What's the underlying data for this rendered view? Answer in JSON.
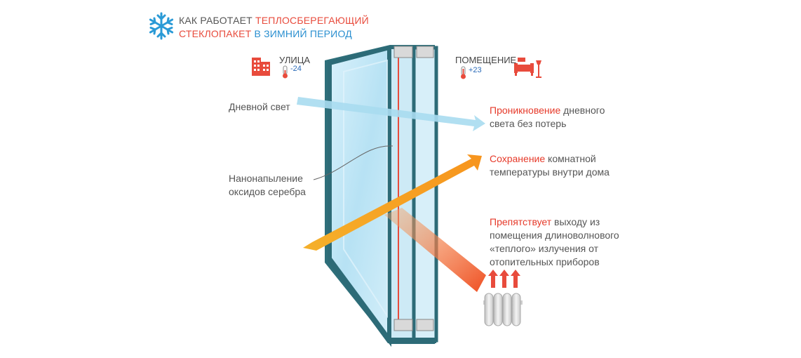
{
  "title": {
    "line1_a": "КАК РАБОТАЕТ",
    "line1_b": "ТЕПЛОСБЕРЕГАЮЩИЙ",
    "line2_a": "СТЕКЛОПАКЕТ",
    "line2_b": "В ЗИМНИЙ ПЕРИОД"
  },
  "outside": {
    "label": "УЛИЦА",
    "temperature": "-24"
  },
  "inside": {
    "label": "ПОМЕЩЕНИЕ",
    "temperature": "+23"
  },
  "left_labels": {
    "daylight": "Дневной свет",
    "coating_line1": "Нанонапыление",
    "coating_line2": "оксидов серебра"
  },
  "right_notes": [
    {
      "highlight": "Проникновение",
      "rest_line1": " дневного",
      "line2": "света без потерь"
    },
    {
      "highlight": "Сохранение",
      "rest_line1": " комнатной",
      "line2": "температуры внутри дома"
    },
    {
      "highlight": "Препятствует",
      "rest_line1": " выходу из",
      "line2": "помещения длиноволнового",
      "line3": "«теплого» излучения от",
      "line4": "отопительных приборов"
    }
  ],
  "icons": {
    "snowflake": "snowflake-icon",
    "building": "building-icon",
    "thermometer": "thermometer-icon",
    "sofa": "sofa-icon",
    "lamp": "lamp-icon",
    "radiator": "radiator-icon"
  },
  "colors": {
    "accent_red": "#e63a2a",
    "accent_blue": "#2a8fd0",
    "frame_teal": "#2e6f7a",
    "glass": "#bfe6f5",
    "light_ray": "#a9dcf0",
    "heat_orange": "#f39a1e",
    "heat_red": "#ef5a28"
  }
}
